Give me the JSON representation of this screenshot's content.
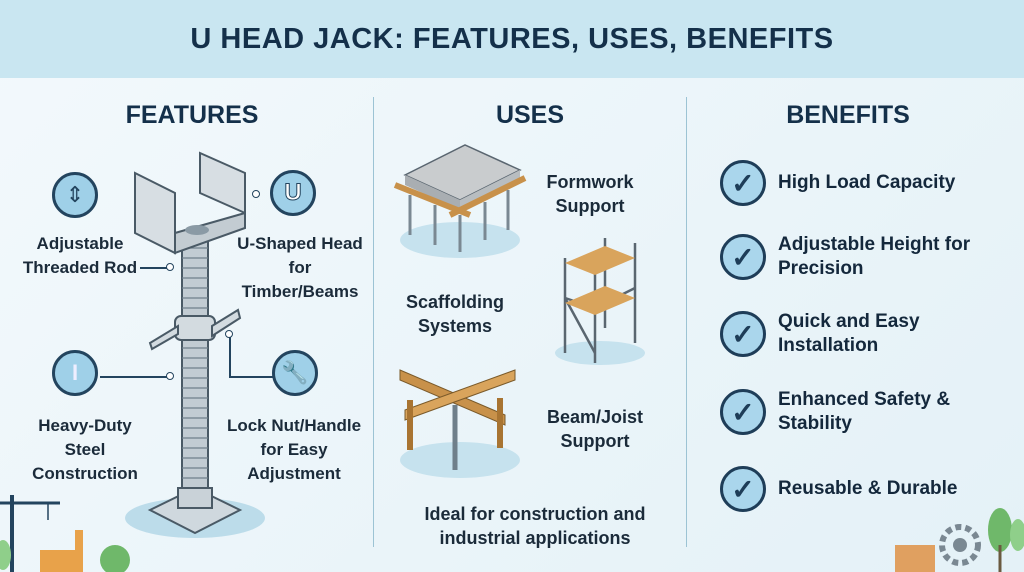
{
  "title": "U HEAD JACK: FEATURES, USES, BENEFITS",
  "features": {
    "heading": "FEATURES",
    "items": [
      {
        "label": "Adjustable Threaded Rod",
        "icon": "threaded-rod-icon"
      },
      {
        "label": "U-Shaped Head for Timber/Beams",
        "icon": "u-shape-icon"
      },
      {
        "label": "Heavy-Duty Steel Construction",
        "icon": "steel-beam-icon"
      },
      {
        "label": "Lock Nut/Handle for Easy Adjustment",
        "icon": "wrench-icon"
      }
    ]
  },
  "uses": {
    "heading": "USES",
    "items": [
      {
        "label": "Formwork Support"
      },
      {
        "label": "Scaffolding Systems"
      },
      {
        "label": "Beam/Joist Support"
      }
    ],
    "footer": "Ideal for construction and industrial applications"
  },
  "benefits": {
    "heading": "BENEFITS",
    "items": [
      {
        "label": "High Load Capacity"
      },
      {
        "label": "Adjustable Height for Precision"
      },
      {
        "label": "Quick and Easy Installation"
      },
      {
        "label": "Enhanced Safety & Stability"
      },
      {
        "label": "Reusable & Durable"
      }
    ]
  },
  "colors": {
    "band": "#c9e6f1",
    "navy": "#14304a",
    "icon_fill": "#9fd0e8"
  }
}
